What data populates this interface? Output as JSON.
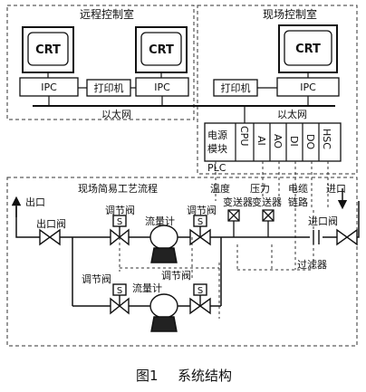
{
  "rooms": {
    "remote": "远程控制室",
    "field": "现场控制室"
  },
  "devices": {
    "crt": "CRT",
    "ipc": "IPC",
    "printer": "打印机",
    "ethernet": "以太网"
  },
  "plc": {
    "label": "PLC",
    "power": [
      "电源",
      "模块"
    ],
    "cpu": "CPU",
    "modules": [
      "AI",
      "AO",
      "DI",
      "DO",
      "HSC"
    ]
  },
  "process": {
    "title": "现场简易工艺流程",
    "outlet": "出口",
    "outlet_valve": "出口阀",
    "inlet": "进口",
    "inlet_valve": "进口阀",
    "reg_valve": "调节阀",
    "s_mark": "S",
    "flowmeter": "流量计",
    "temp_transmitter": [
      "温度",
      "变送器"
    ],
    "pressure_transmitter": [
      "压力",
      "变送器"
    ],
    "cable": [
      "电缆",
      "链路"
    ],
    "filter": "过滤器"
  },
  "caption": {
    "figure_no": "图1",
    "title": "系统结构"
  }
}
